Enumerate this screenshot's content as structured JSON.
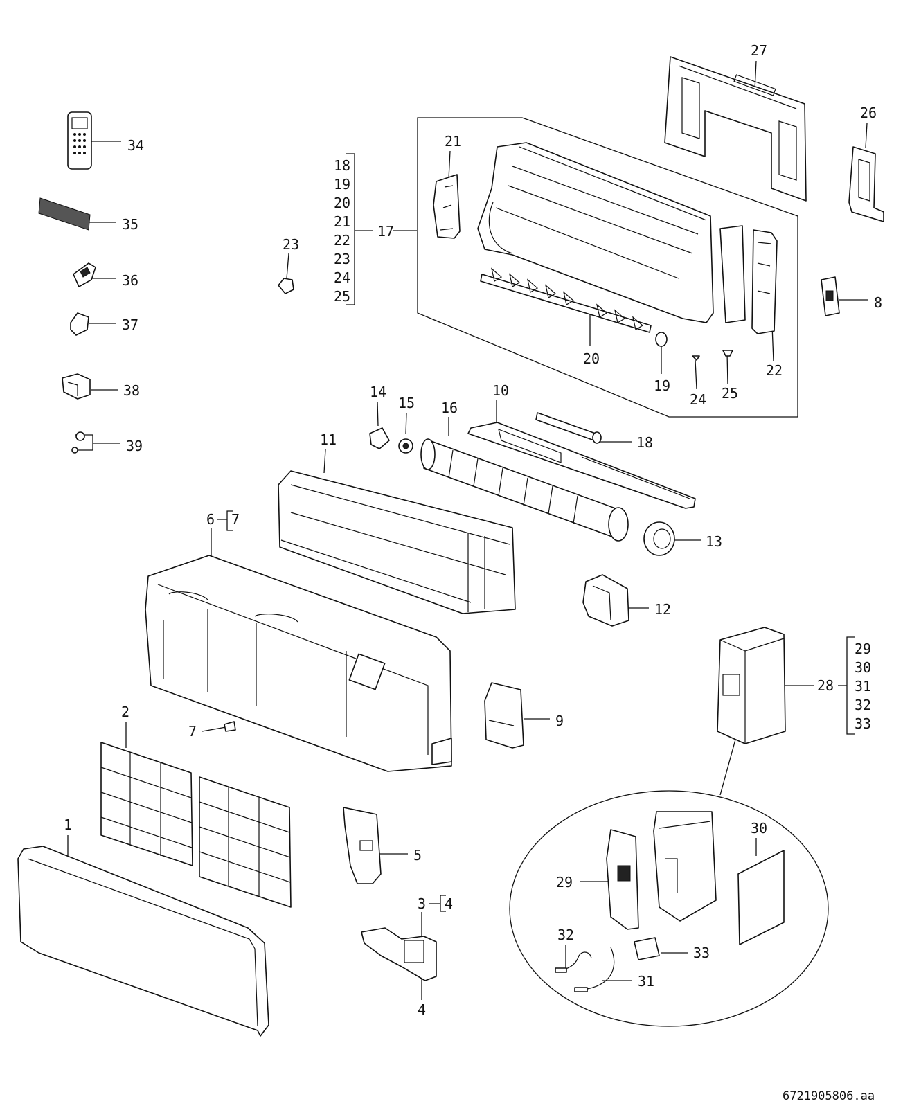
{
  "document_code": "6721905806.aa",
  "callouts": {
    "c1": "1",
    "c2": "2",
    "c3": "3",
    "c4a": "4",
    "c4b": "4",
    "c5": "5",
    "c6": "6",
    "c7a": "7",
    "c7b": "7",
    "c8": "8",
    "c9": "9",
    "c10": "10",
    "c11": "11",
    "c12": "12",
    "c13": "13",
    "c14": "14",
    "c15": "15",
    "c16": "16",
    "c17": "17",
    "c18": "18",
    "c19": "19",
    "c20": "20",
    "c21": "21",
    "c22": "22",
    "c23": "23",
    "c24": "24",
    "c25": "25",
    "c26": "26",
    "c27": "27",
    "c28": "28",
    "c29": "29",
    "c30": "30",
    "c31": "31",
    "c32": "32",
    "c33": "33",
    "c34": "34",
    "c35": "35",
    "c36": "36",
    "c37": "37",
    "c38": "38",
    "c39": "39"
  },
  "group_17_list": [
    "18",
    "19",
    "20",
    "21",
    "22",
    "23",
    "24",
    "25"
  ],
  "group_28_list": [
    "29",
    "30",
    "31",
    "32",
    "33"
  ]
}
